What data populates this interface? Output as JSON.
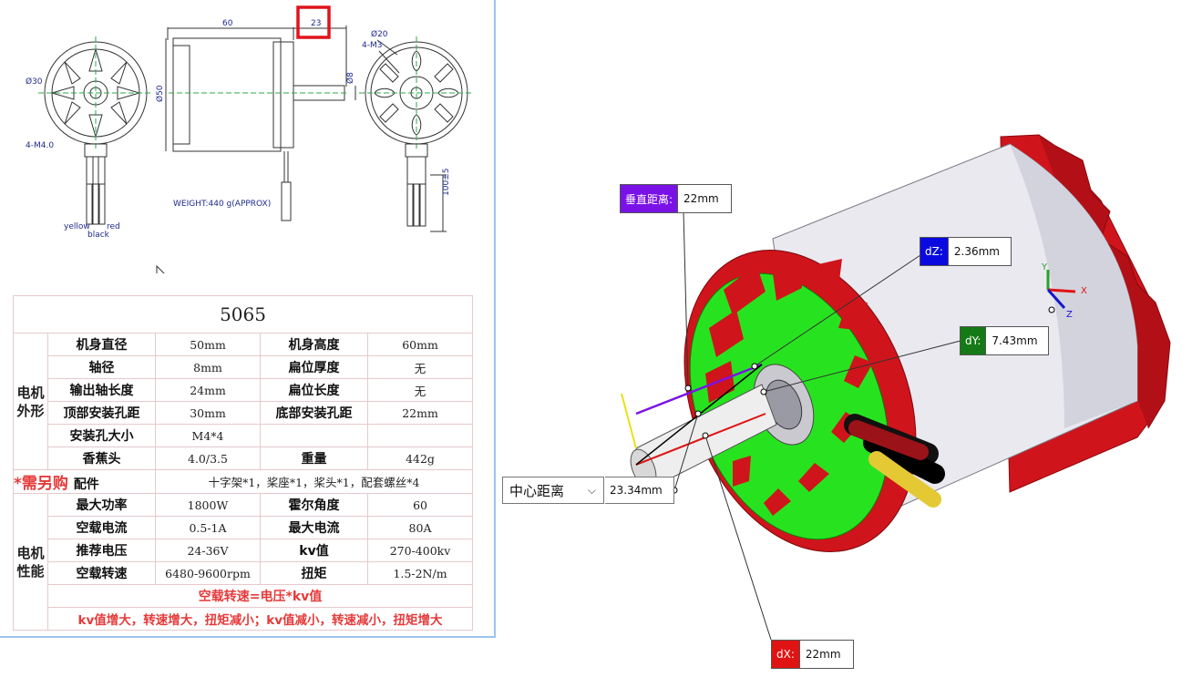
{
  "drawing": {
    "dims": {
      "length": "60",
      "shaft_len": "23",
      "d30": "Ø30",
      "m4": "4-M4.0",
      "d50": "Ø50",
      "d8": "Ø8",
      "d20": "Ø20",
      "m3": "4-M3",
      "lead": "100±5"
    },
    "weight": "WEIGHT:440 g(APPROX)",
    "wires": {
      "yellow": "yellow",
      "red": "red",
      "black": "black"
    }
  },
  "spec": {
    "title": "5065",
    "group_shape": "电机外形",
    "group_perf": "电机性能",
    "need_buy": "*需另购",
    "accessory_label": "配件",
    "accessory_value": "十字架*1，桨座*1，桨头*1，配套螺丝*4",
    "rows_shape": [
      [
        "机身直径",
        "50mm",
        "机身高度",
        "60mm"
      ],
      [
        "轴径",
        "8mm",
        "扁位厚度",
        "无"
      ],
      [
        "输出轴长度",
        "24mm",
        "扁位长度",
        "无"
      ],
      [
        "顶部安装孔距",
        "30mm",
        "底部安装孔距",
        "22mm"
      ],
      [
        "安装孔大小",
        "M4*4",
        "",
        ""
      ],
      [
        "香蕉头",
        "4.0/3.5",
        "重量",
        "442g"
      ]
    ],
    "rows_perf": [
      [
        "最大功率",
        "1800W",
        "霍尔角度",
        "60"
      ],
      [
        "空载电流",
        "0.5-1A",
        "最大电流",
        "80A"
      ],
      [
        "推荐电压",
        "24-36V",
        "kv值",
        "270-400kv"
      ],
      [
        "空载转速",
        "6480-9600rpm",
        "扭矩",
        "1.5-2N/m"
      ]
    ],
    "note1": "空载转速=电压*kv值",
    "note2": "kv值增大，转速增大，扭矩减小；kv值减小，转速减小，扭矩增大"
  },
  "measure": {
    "vertical_label": "垂直距离:",
    "vertical_value": "22mm",
    "dz_label": "dZ:",
    "dz_value": "2.36mm",
    "dy_label": "dY:",
    "dy_value": "7.43mm",
    "dx_label": "dX:",
    "dx_value": "22mm",
    "mode": "中心距离",
    "center_value": "23.34mm"
  },
  "triad": {
    "x": "X",
    "y": "Y",
    "z": "Z"
  },
  "colors": {
    "vertical": "#7a12e8",
    "dz": "#0a0ae0",
    "dy": "#157a15",
    "dx": "#e01313",
    "motor_red": "#d0141b",
    "face_green": "#27e31f",
    "highlight_box": "#e0131a"
  },
  "icons": {
    "cursor": "mouse-pointer-icon",
    "dropdown": "chevron-down-icon"
  }
}
